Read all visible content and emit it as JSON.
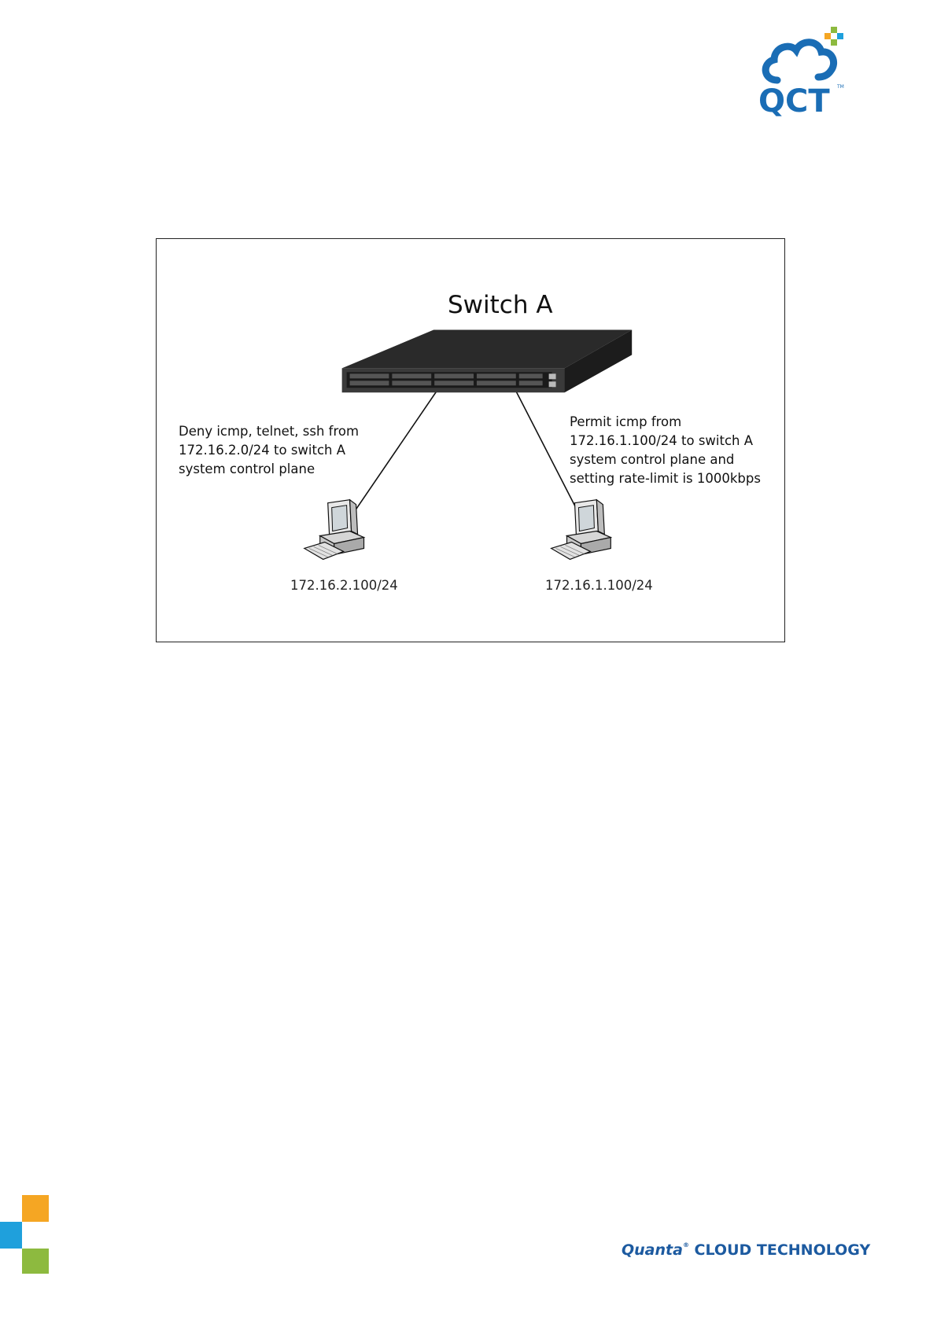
{
  "header": {
    "logo_text": "QCT",
    "logo_tm": "TM",
    "colors": {
      "blue": "#1a6db5",
      "orange": "#f5a623",
      "green": "#8dba3f",
      "cyan": "#1fa0dc"
    }
  },
  "diagram": {
    "switch": {
      "title": "Switch A",
      "icon": "network-switch-icon"
    },
    "left": {
      "note_lines": [
        "Deny icmp, telnet, ssh from",
        "172.16.2.0/24 to switch A",
        "system control plane"
      ],
      "host_label": "172.16.2.100/24",
      "icon": "desktop-computer-icon"
    },
    "right": {
      "note_lines": [
        "Permit icmp from",
        "172.16.1.100/24 to switch A",
        "system control plane and",
        "setting rate-limit is 1000kbps"
      ],
      "host_label": "172.16.1.100/24",
      "icon": "desktop-computer-icon"
    }
  },
  "footer": {
    "brand_word": "Quanta",
    "brand_tm": "®",
    "brand_rest": " CLOUD TECHNOLOGY",
    "colors": {
      "orange": "#f5a623",
      "cyan": "#1fa0dc",
      "green": "#8dba3f",
      "brand": "#1c5aa0"
    }
  }
}
